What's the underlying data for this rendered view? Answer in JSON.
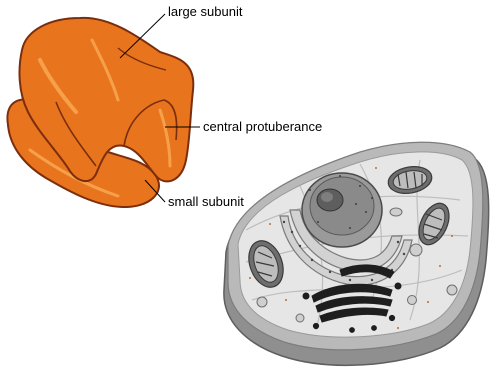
{
  "labels": {
    "large_subunit": "large subunit",
    "central_protuberance": "central protuberance",
    "small_subunit": "small subunit"
  },
  "colors": {
    "ribosome_fill": "#E9741E",
    "ribosome_outline": "#7A2E0E",
    "ribosome_highlight": "#F6A04A",
    "cell_fill": "#E6E6E6",
    "cell_outline": "#8C8C8C",
    "organelle_dark": "#2B2B2B"
  }
}
